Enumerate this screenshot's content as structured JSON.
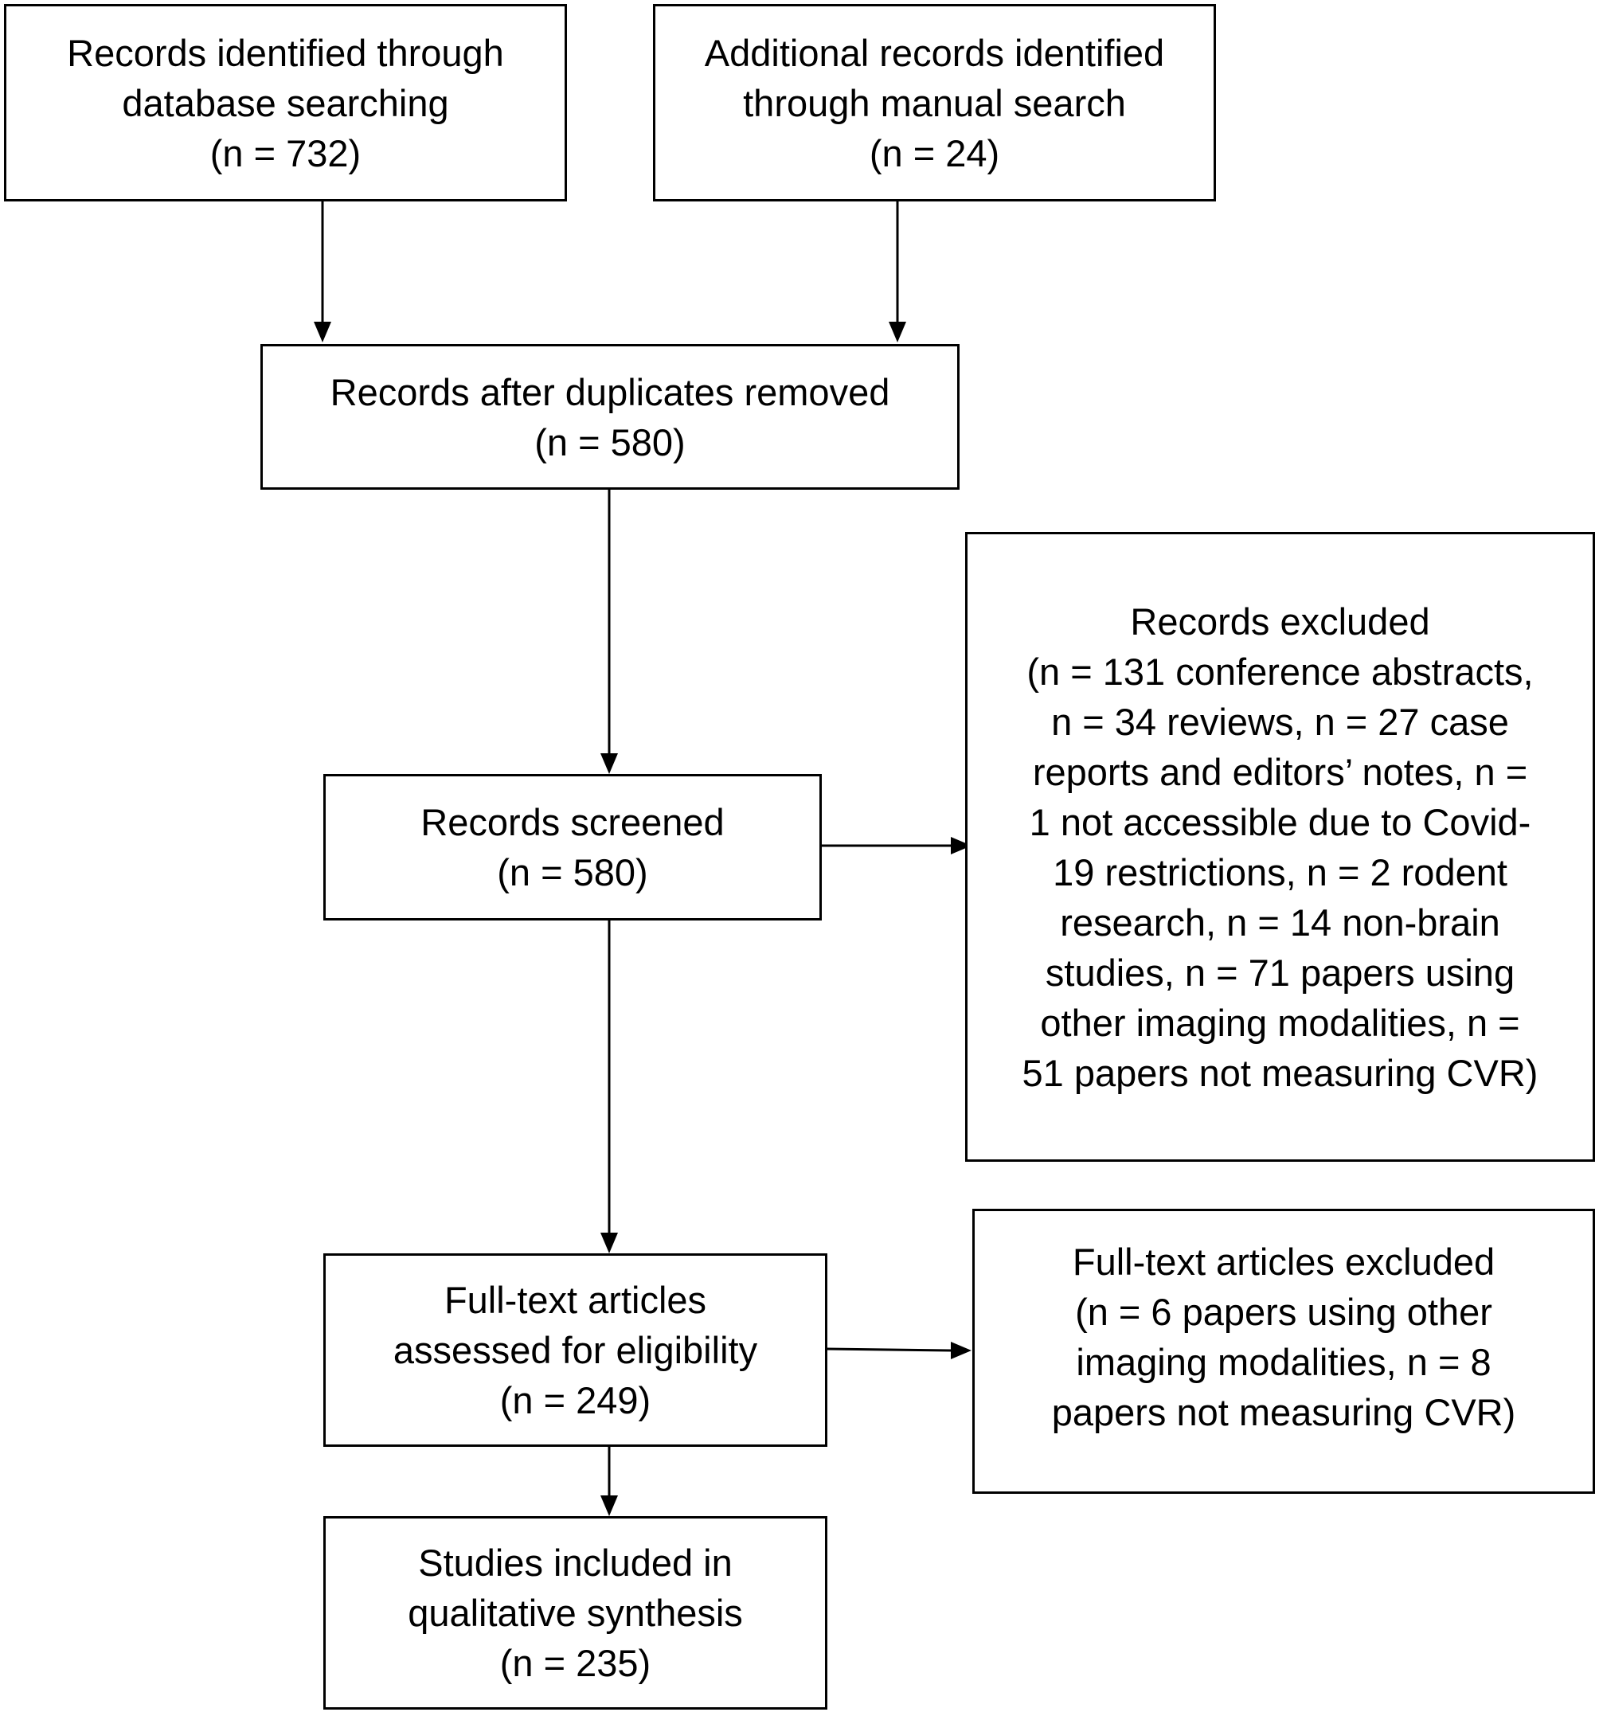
{
  "flowchart": {
    "database_search": {
      "lines": [
        "Records identified through",
        "database searching",
        "(n = 732)"
      ]
    },
    "manual_search": {
      "lines": [
        "Additional records identified",
        "through manual search",
        "(n = 24)"
      ]
    },
    "duplicates_removed": {
      "lines": [
        "Records after duplicates removed",
        "(n = 580)"
      ]
    },
    "screened": {
      "lines": [
        "Records screened",
        "(n = 580)"
      ]
    },
    "records_excluded": {
      "lines": [
        "Records excluded",
        "(n = 131 conference abstracts,",
        "n = 34 reviews, n = 27 case",
        "reports and editors’ notes, n =",
        "1 not accessible due to Covid-",
        "19 restrictions, n = 2 rodent",
        "research, n = 14 non-brain",
        "studies, n = 71 papers using",
        "other imaging modalities, n =",
        "51 papers not measuring CVR)"
      ]
    },
    "full_text_assessed": {
      "lines": [
        "Full-text articles",
        "assessed for eligibility",
        "(n = 249)"
      ]
    },
    "full_text_excluded": {
      "lines": [
        "Full-text articles excluded",
        "(n = 6 papers using other",
        "imaging modalities, n = 8",
        "papers not measuring CVR)"
      ]
    },
    "included": {
      "lines": [
        "Studies included in",
        "qualitative synthesis",
        "(n = 235)"
      ]
    }
  }
}
